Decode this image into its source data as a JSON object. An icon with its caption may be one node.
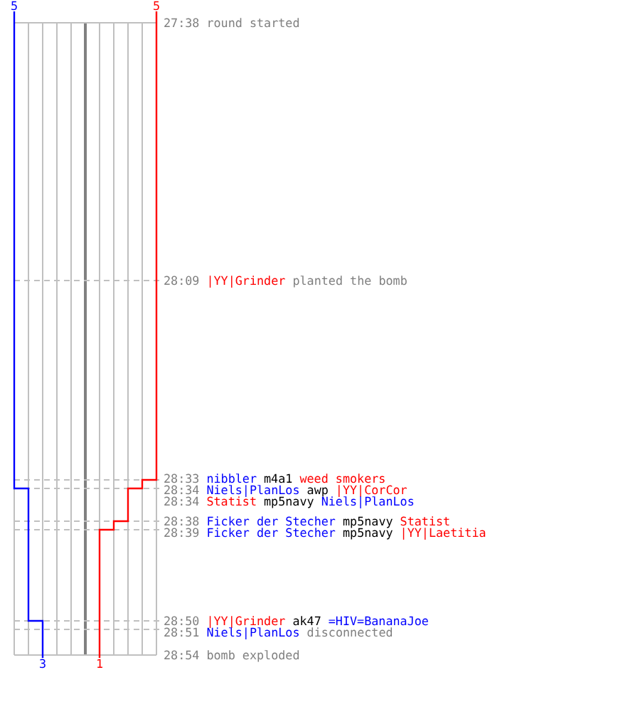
{
  "diagram": {
    "labels": [
      "5",
      "5",
      "27:38",
      "round started",
      "28:09",
      "|YY|Grinder",
      "planted the bomb",
      "28:33",
      "nibbler",
      "m4a1",
      "weed smokers",
      "28:34",
      "Niels|PlanLos",
      "awp",
      "|YY|CorCor",
      "28:34",
      "Statist",
      "mp5navy",
      "Niels|PlanLos",
      "28:38",
      "Ficker der Stecher",
      "mp5navy",
      "Statist",
      "28:39",
      "Ficker der Stecher",
      "mp5navy",
      "|YY|Laetitia",
      "28:50",
      "|YY|Grinder",
      "ak47",
      "=HIV=BananaJoe",
      "28:51",
      "Niels|PlanLos",
      "disconnected",
      "28:54",
      "bomb exploded",
      "3",
      "1"
    ]
  }
}
